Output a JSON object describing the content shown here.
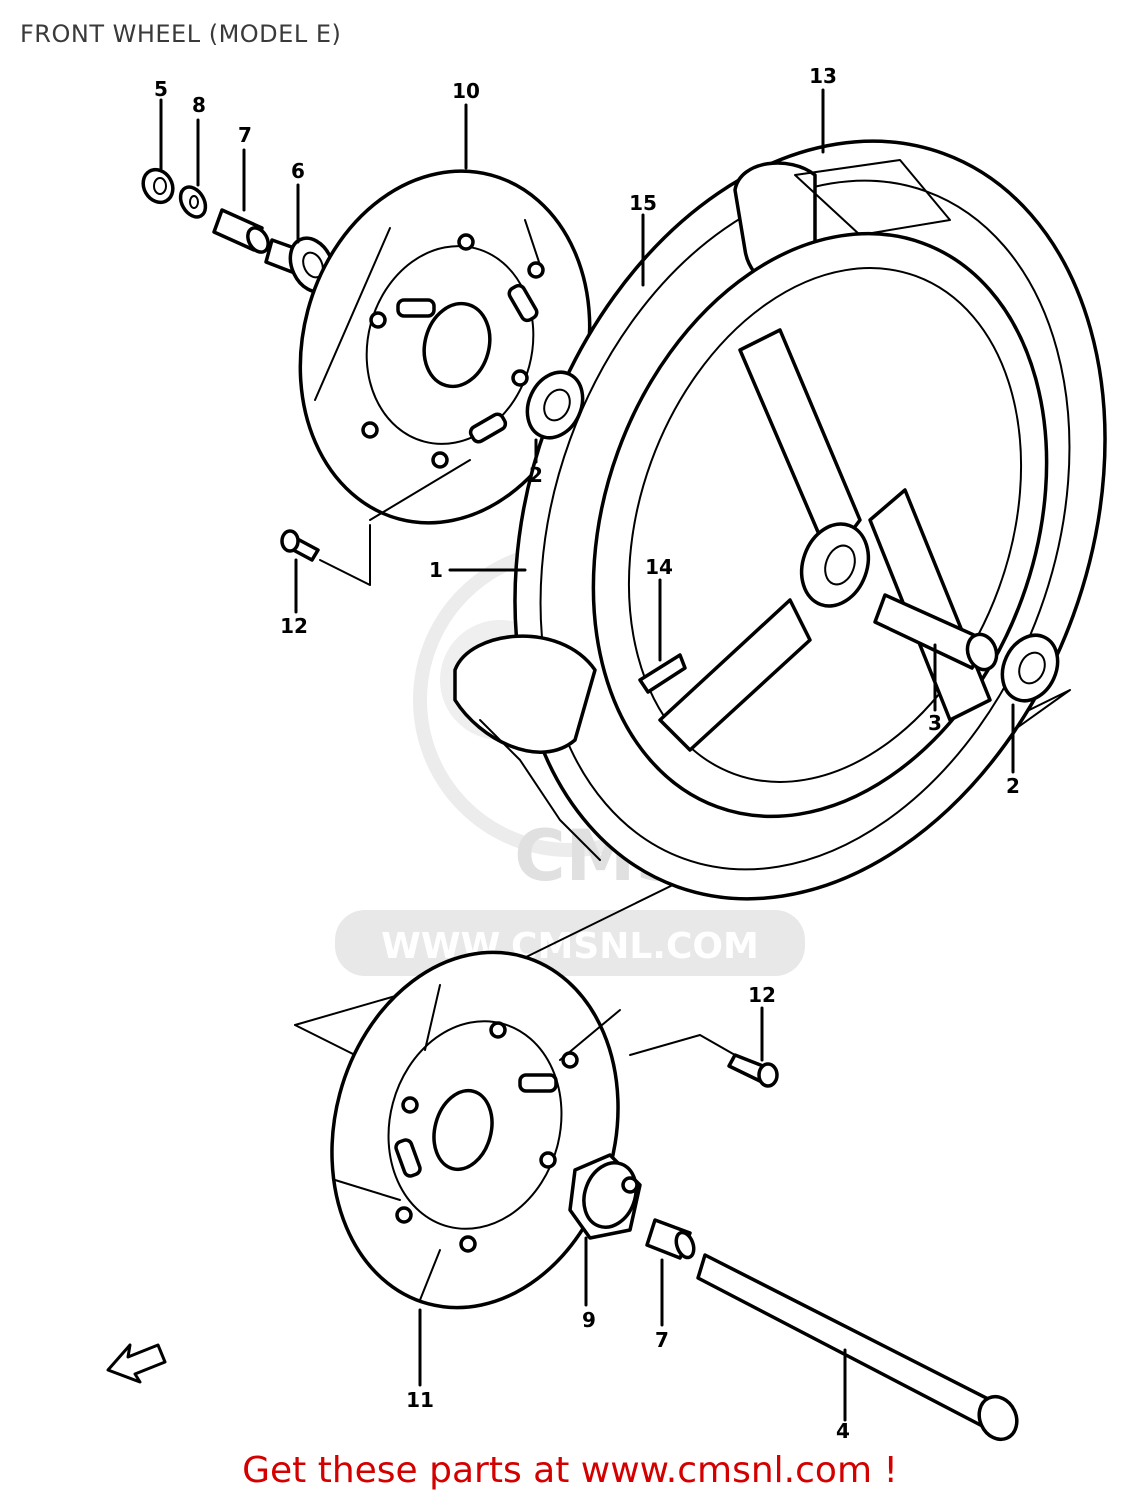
{
  "title": "FRONT WHEEL (MODEL E)",
  "footer": "Get these parts at www.cmsnl.com !",
  "watermark": {
    "brand": "CMS",
    "url": "WWW.CMSNL.COM"
  },
  "callouts": [
    {
      "id": "c1",
      "label": "1"
    },
    {
      "id": "c2a",
      "label": "2"
    },
    {
      "id": "c2b",
      "label": "2"
    },
    {
      "id": "c3",
      "label": "3"
    },
    {
      "id": "c4",
      "label": "4"
    },
    {
      "id": "c5",
      "label": "5"
    },
    {
      "id": "c6",
      "label": "6"
    },
    {
      "id": "c7a",
      "label": "7"
    },
    {
      "id": "c7b",
      "label": "7"
    },
    {
      "id": "c8",
      "label": "8"
    },
    {
      "id": "c9",
      "label": "9"
    },
    {
      "id": "c10",
      "label": "10"
    },
    {
      "id": "c11",
      "label": "11"
    },
    {
      "id": "c12a",
      "label": "12"
    },
    {
      "id": "c12b",
      "label": "12"
    },
    {
      "id": "c13",
      "label": "13"
    },
    {
      "id": "c14",
      "label": "14"
    },
    {
      "id": "c15",
      "label": "15"
    }
  ],
  "direction_arrow": {
    "icon": "fwd-arrow-icon"
  }
}
